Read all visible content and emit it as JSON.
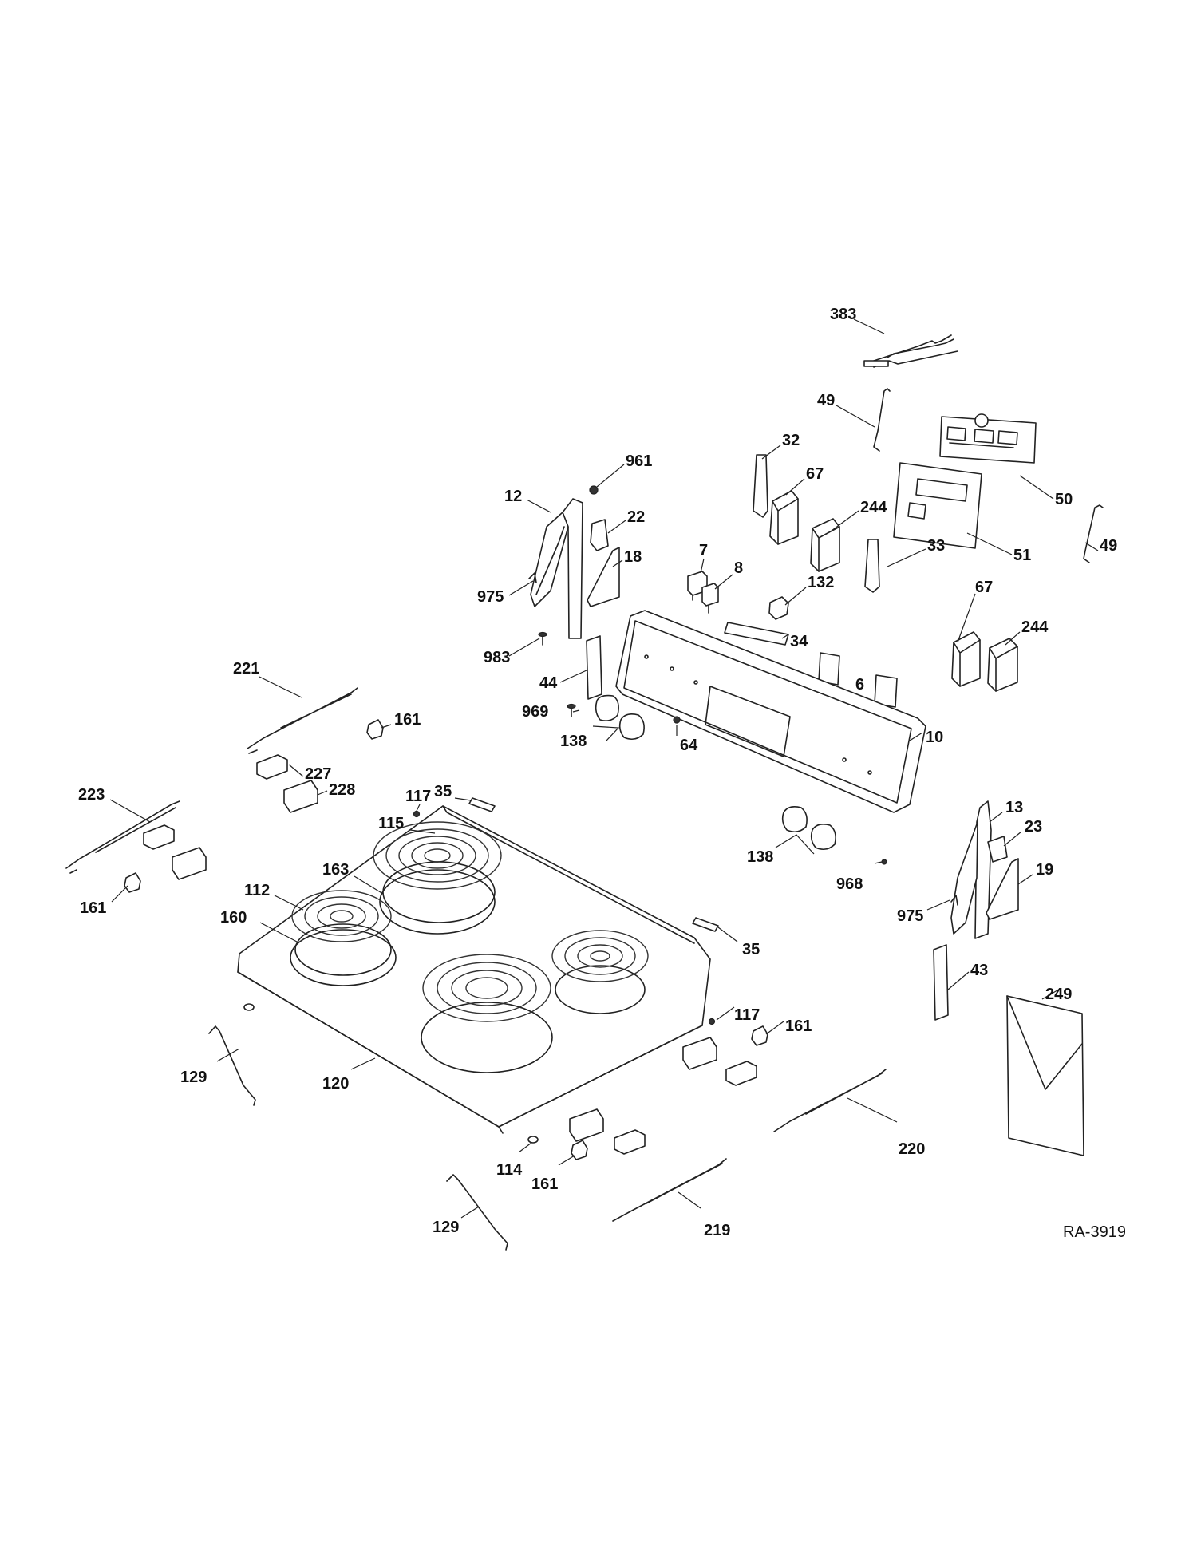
{
  "drawing_code": "RA-3919",
  "callouts": [
    {
      "id": "c383",
      "label": "383"
    },
    {
      "id": "c49a",
      "label": "49"
    },
    {
      "id": "c50",
      "label": "50"
    },
    {
      "id": "c51",
      "label": "51"
    },
    {
      "id": "c49b",
      "label": "49"
    },
    {
      "id": "c32",
      "label": "32"
    },
    {
      "id": "c67a",
      "label": "67"
    },
    {
      "id": "c244a",
      "label": "244"
    },
    {
      "id": "c33",
      "label": "33"
    },
    {
      "id": "c67b",
      "label": "67"
    },
    {
      "id": "c244b",
      "label": "244"
    },
    {
      "id": "c961",
      "label": "961"
    },
    {
      "id": "c12",
      "label": "12"
    },
    {
      "id": "c22",
      "label": "22"
    },
    {
      "id": "c18",
      "label": "18"
    },
    {
      "id": "c975a",
      "label": "975"
    },
    {
      "id": "c983",
      "label": "983"
    },
    {
      "id": "c44",
      "label": "44"
    },
    {
      "id": "c7",
      "label": "7"
    },
    {
      "id": "c8",
      "label": "8"
    },
    {
      "id": "c132",
      "label": "132"
    },
    {
      "id": "c34",
      "label": "34"
    },
    {
      "id": "c6",
      "label": "6"
    },
    {
      "id": "c10",
      "label": "10"
    },
    {
      "id": "c969",
      "label": "969"
    },
    {
      "id": "c138a",
      "label": "138"
    },
    {
      "id": "c64",
      "label": "64"
    },
    {
      "id": "c221",
      "label": "221"
    },
    {
      "id": "c161a",
      "label": "161"
    },
    {
      "id": "c227",
      "label": "227"
    },
    {
      "id": "c228",
      "label": "228"
    },
    {
      "id": "c223",
      "label": "223"
    },
    {
      "id": "c161b",
      "label": "161"
    },
    {
      "id": "c117a",
      "label": "117"
    },
    {
      "id": "c35a",
      "label": "35"
    },
    {
      "id": "c115",
      "label": "115"
    },
    {
      "id": "c163",
      "label": "163"
    },
    {
      "id": "c112",
      "label": "112"
    },
    {
      "id": "c160",
      "label": "160"
    },
    {
      "id": "c138b",
      "label": "138"
    },
    {
      "id": "c968",
      "label": "968"
    },
    {
      "id": "c13",
      "label": "13"
    },
    {
      "id": "c23",
      "label": "23"
    },
    {
      "id": "c19",
      "label": "19"
    },
    {
      "id": "c975b",
      "label": "975"
    },
    {
      "id": "c35b",
      "label": "35"
    },
    {
      "id": "c43",
      "label": "43"
    },
    {
      "id": "c249",
      "label": "249"
    },
    {
      "id": "c117b",
      "label": "117"
    },
    {
      "id": "c161c",
      "label": "161"
    },
    {
      "id": "c129a",
      "label": "129"
    },
    {
      "id": "c120",
      "label": "120"
    },
    {
      "id": "c114",
      "label": "114"
    },
    {
      "id": "c161d",
      "label": "161"
    },
    {
      "id": "c220",
      "label": "220"
    },
    {
      "id": "c129b",
      "label": "129"
    },
    {
      "id": "c219",
      "label": "219"
    }
  ]
}
